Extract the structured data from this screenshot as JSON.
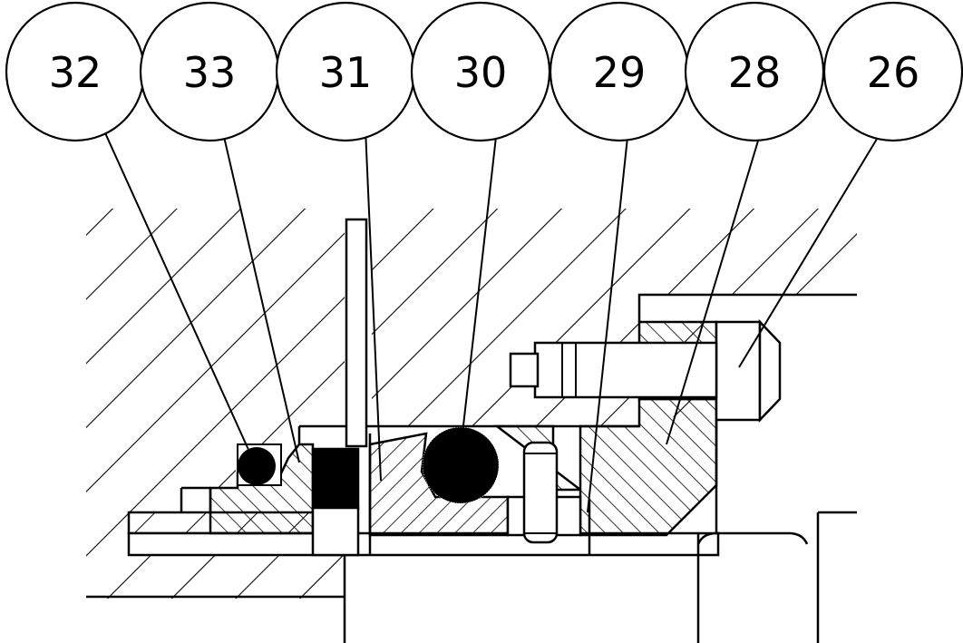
{
  "colors": {
    "line": "#000000",
    "background": "#ffffff"
  },
  "balloons": [
    {
      "label": "32"
    },
    {
      "label": "33"
    },
    {
      "label": "31"
    },
    {
      "label": "30"
    },
    {
      "label": "29"
    },
    {
      "label": "28"
    },
    {
      "label": "26"
    }
  ]
}
